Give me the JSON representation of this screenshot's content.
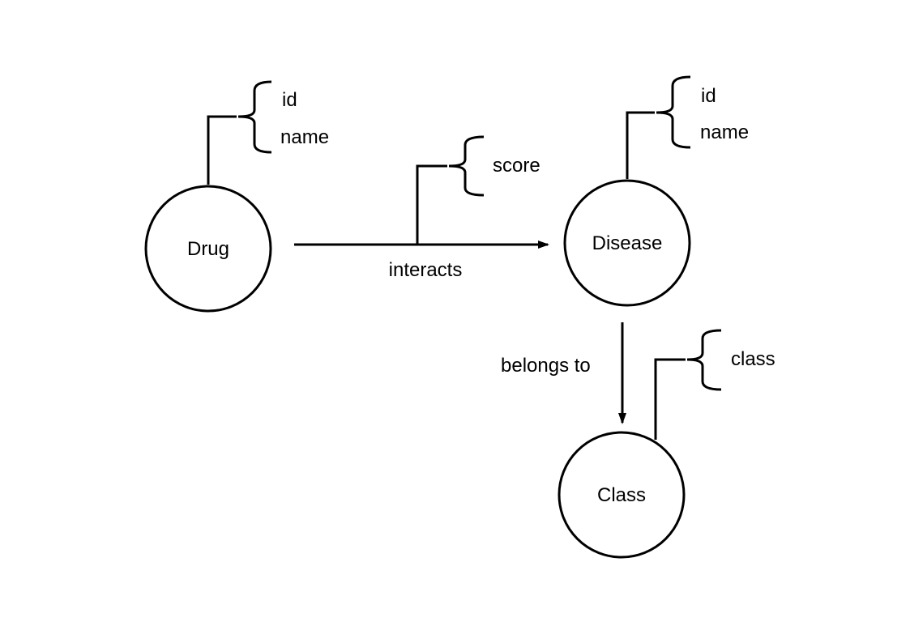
{
  "nodes": {
    "drug": {
      "label": "Drug",
      "properties": [
        "id",
        "name"
      ]
    },
    "disease": {
      "label": "Disease",
      "properties": [
        "id",
        "name"
      ]
    },
    "class": {
      "label": "Class",
      "properties": [
        "class"
      ]
    }
  },
  "edges": {
    "interacts": {
      "label": "interacts",
      "from": "Drug",
      "to": "Disease",
      "properties": [
        "score"
      ]
    },
    "belongs_to": {
      "label": "belongs to",
      "from": "Disease",
      "to": "Class"
    }
  }
}
